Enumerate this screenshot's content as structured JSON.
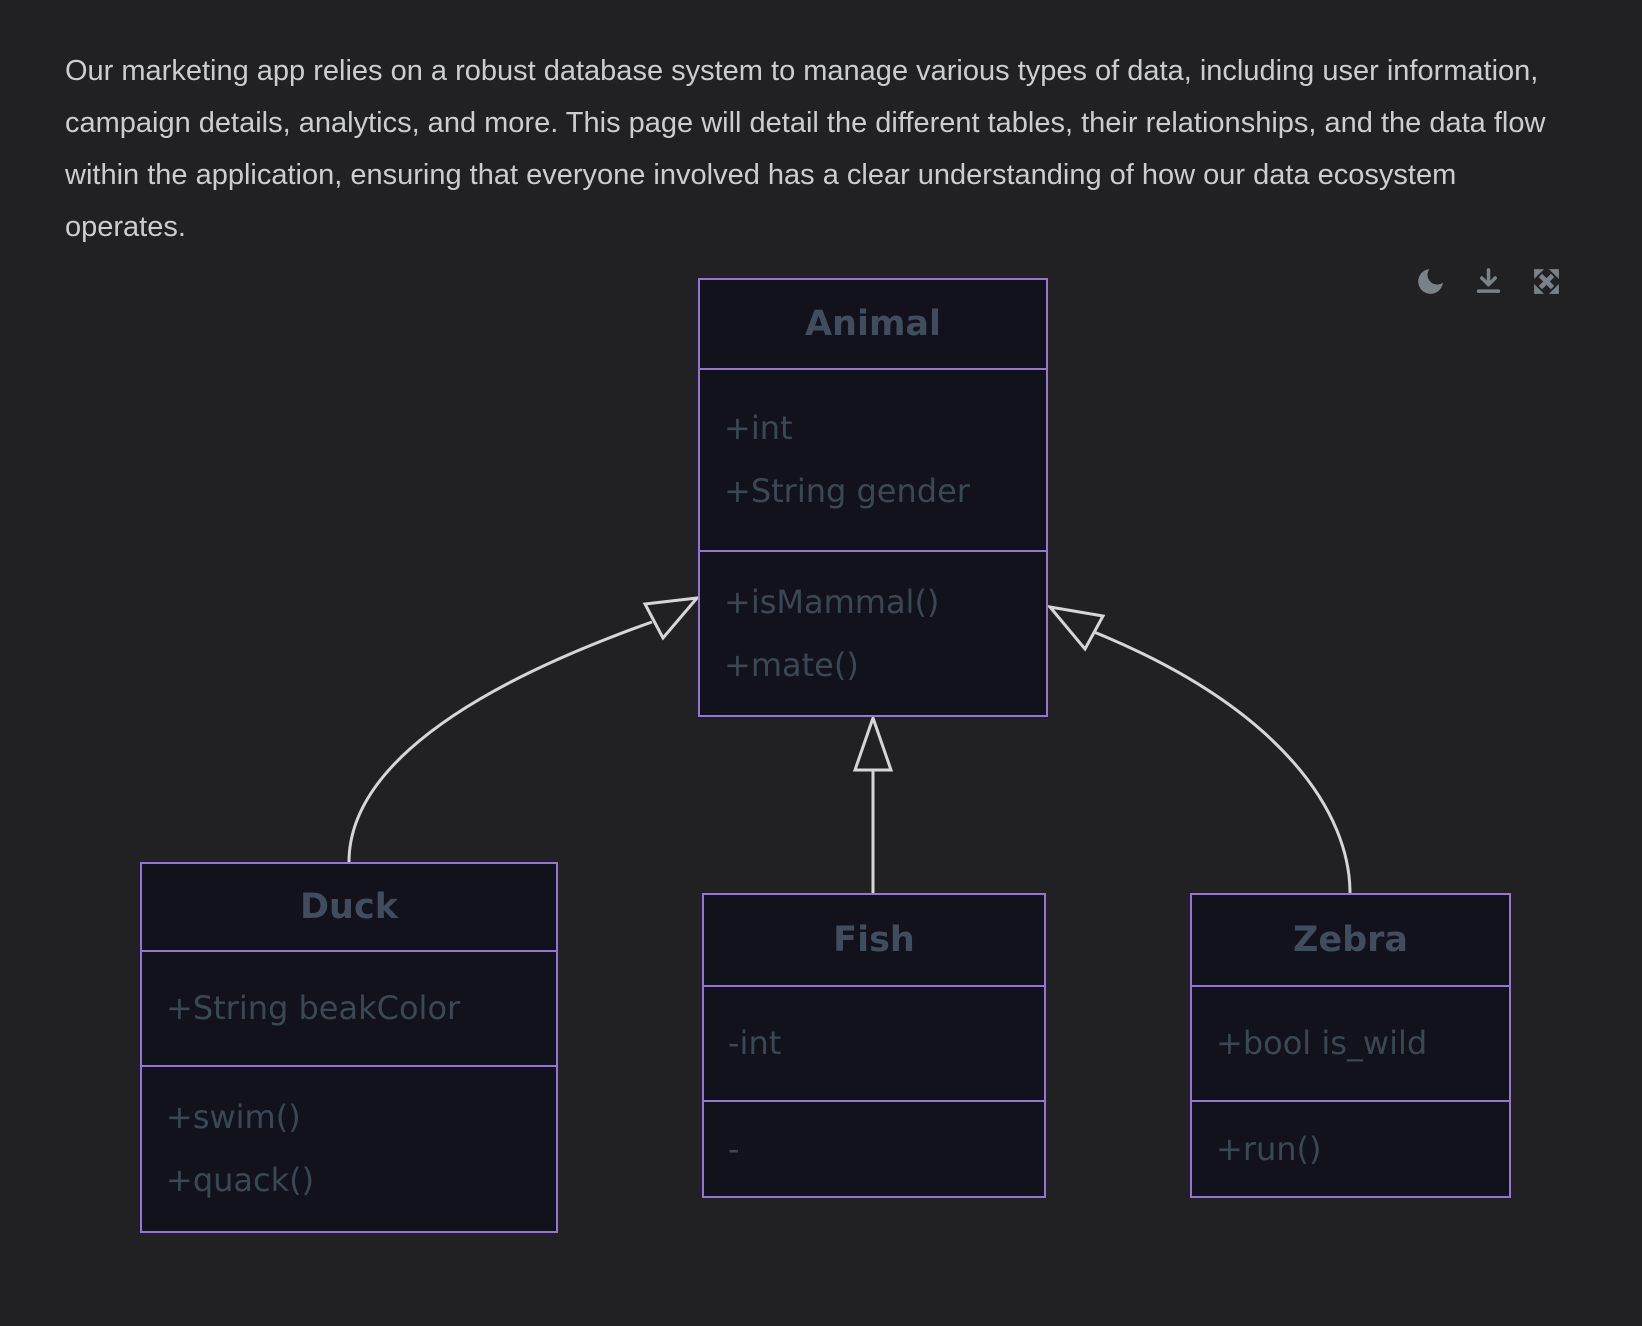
{
  "page": {
    "background": "#212123",
    "intro_text": "Our marketing app relies on a robust database system to manage various types of data, including user information, campaign details, analytics, and more. This page will detail the different tables, their relationships, and the data flow within the application, ensuring that everyone involved has a clear understanding of how our data ecosystem operates."
  },
  "toolbar": {
    "buttons": [
      {
        "icon": "moon-icon",
        "action": "toggle-dark-mode"
      },
      {
        "icon": "download-icon",
        "action": "download-diagram"
      },
      {
        "icon": "expand-icon",
        "action": "expand-diagram"
      }
    ],
    "icon_color": "#7b8189"
  },
  "diagram": {
    "type": "uml-class-diagram",
    "colors": {
      "node_fill": "#12121d",
      "node_border": "#9375d4",
      "node_text": "#3c4754",
      "edge": "#d6d6d6",
      "page_text": "#cccdd0"
    },
    "classes": [
      {
        "name": "Animal",
        "attributes": [
          "+int",
          "+String gender"
        ],
        "methods": [
          "+isMammal()",
          "+mate()"
        ]
      },
      {
        "name": "Duck",
        "attributes": [
          "+String beakColor"
        ],
        "methods": [
          "+swim()",
          "+quack()"
        ]
      },
      {
        "name": "Fish",
        "attributes": [
          "-int"
        ],
        "methods": [
          "-"
        ]
      },
      {
        "name": "Zebra",
        "attributes": [
          "+bool is_wild"
        ],
        "methods": [
          "+run()"
        ]
      }
    ],
    "relations": [
      {
        "from": "Duck",
        "to": "Animal",
        "type": "inheritance"
      },
      {
        "from": "Fish",
        "to": "Animal",
        "type": "inheritance"
      },
      {
        "from": "Zebra",
        "to": "Animal",
        "type": "inheritance"
      }
    ]
  }
}
